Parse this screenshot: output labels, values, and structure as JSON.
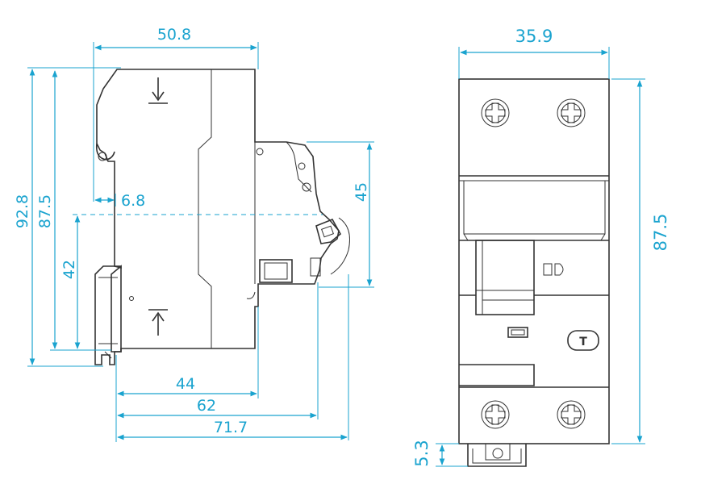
{
  "side_view": {
    "dimensions": {
      "depth_top": "50.8",
      "height_total": "92.8",
      "height_body": "87.5",
      "rail_offset": "42",
      "clip_offset": "6.8",
      "front_height": "45",
      "depth_44": "44",
      "depth_62": "62",
      "depth_total": "71.7"
    }
  },
  "front_view": {
    "dimensions": {
      "width": "35.9",
      "height": "87.5",
      "clip_height": "5.3"
    },
    "markings": {
      "test_button": "T",
      "indicator": "D"
    }
  },
  "colors": {
    "dimension": "#1aa3cf",
    "outline": "#333333"
  }
}
